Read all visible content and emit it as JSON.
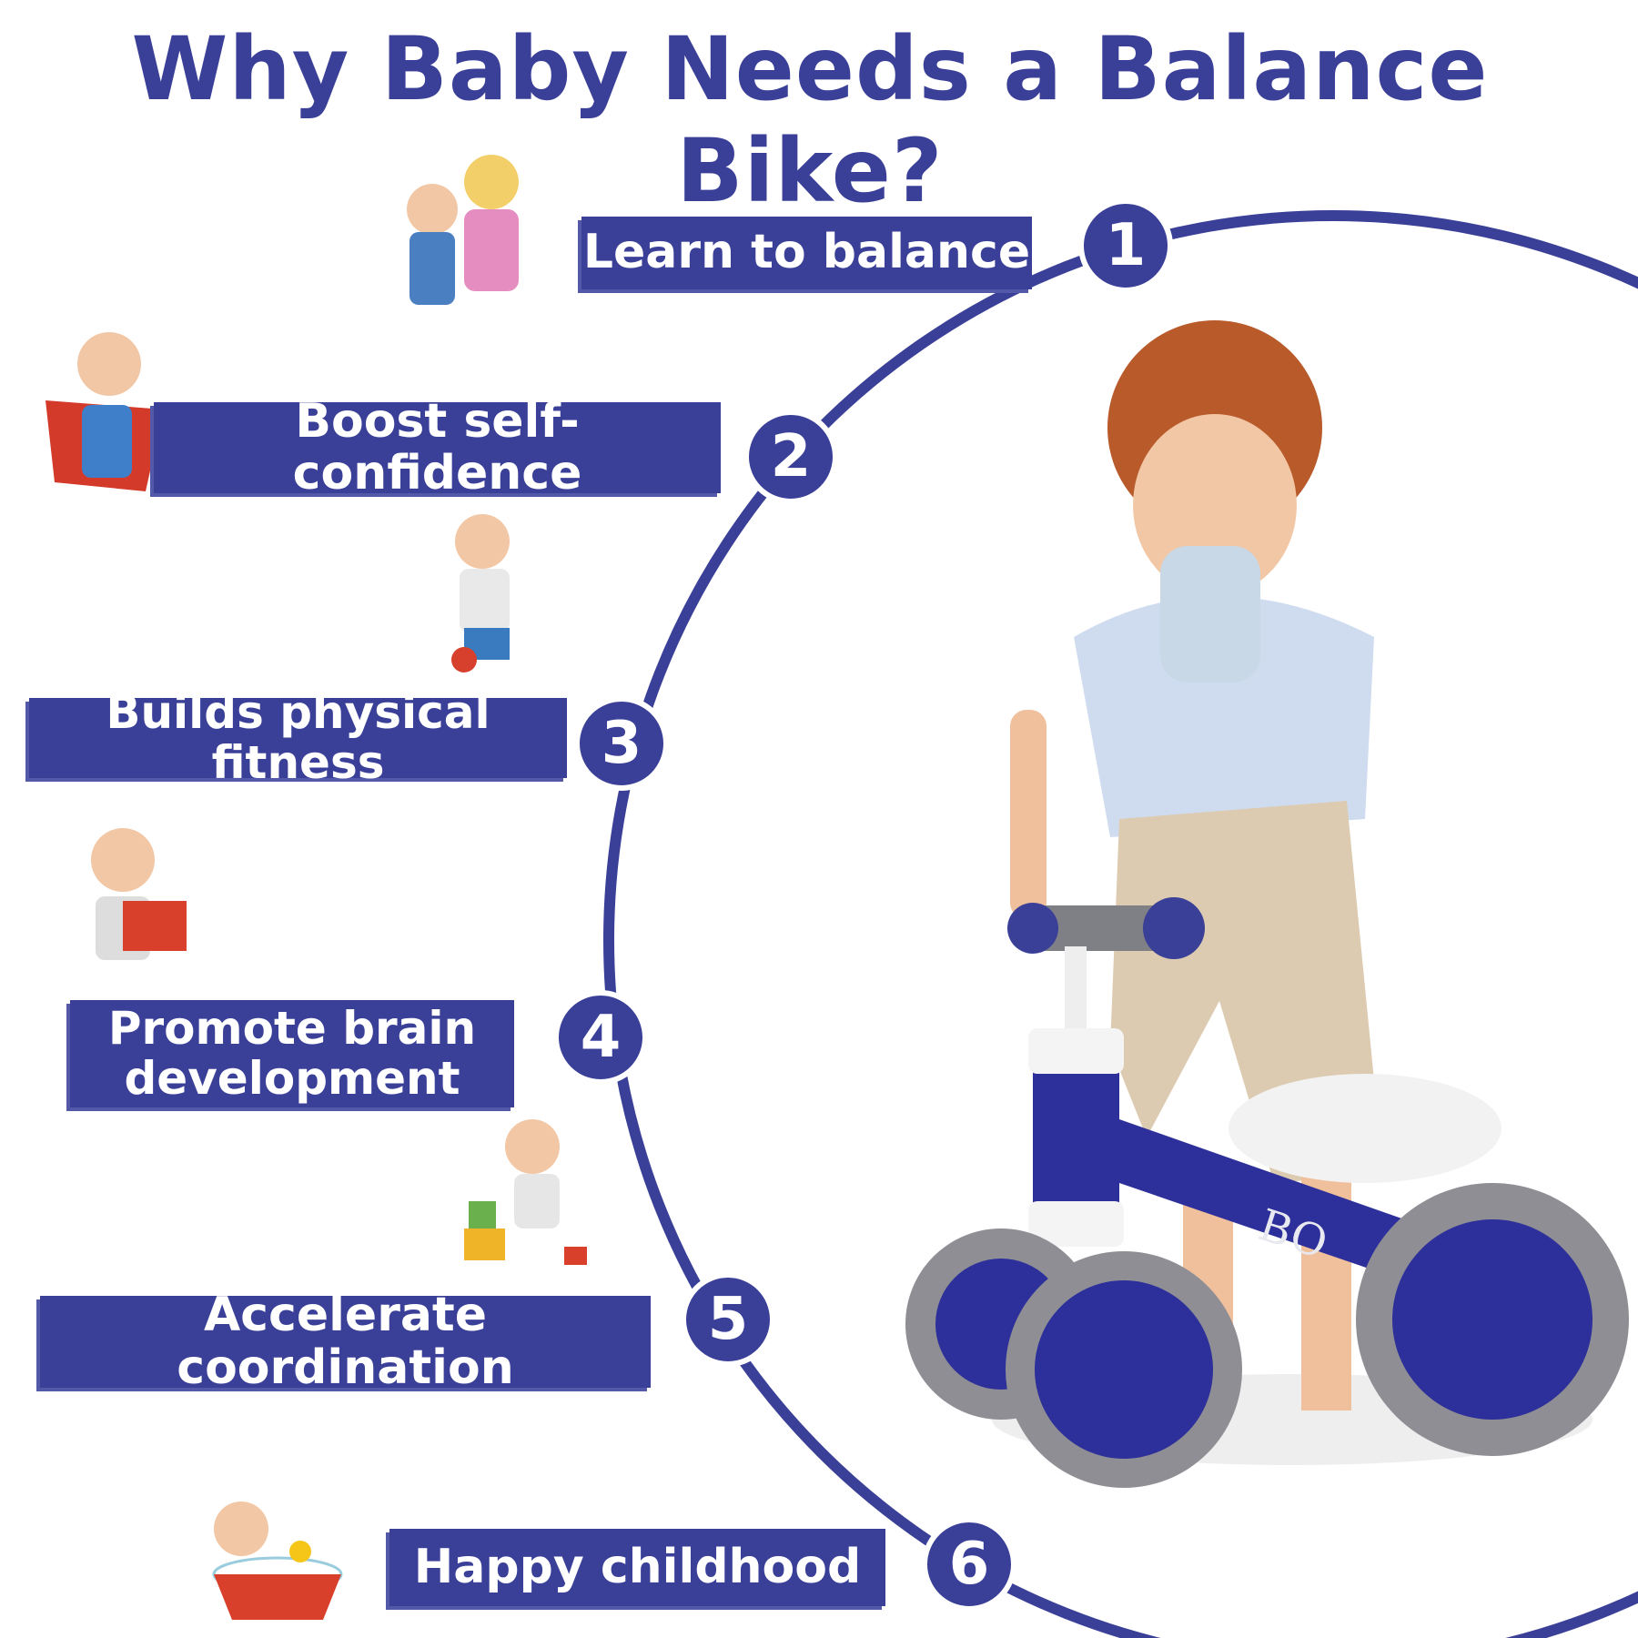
{
  "title": "Why Baby Needs a Balance Bike?",
  "steps": [
    {
      "number": "1",
      "label": "Learn to balance"
    },
    {
      "number": "2",
      "label": "Boost self-confidence"
    },
    {
      "number": "3",
      "label": "Builds physical fitness"
    },
    {
      "number": "4",
      "label": "Promote brain development"
    },
    {
      "number": "5",
      "label": "Accelerate coordination"
    },
    {
      "number": "6",
      "label": "Happy childhood"
    }
  ],
  "bike_brand": "BO",
  "colors": {
    "primary": "#3a3f98",
    "background": "#ffffff"
  }
}
